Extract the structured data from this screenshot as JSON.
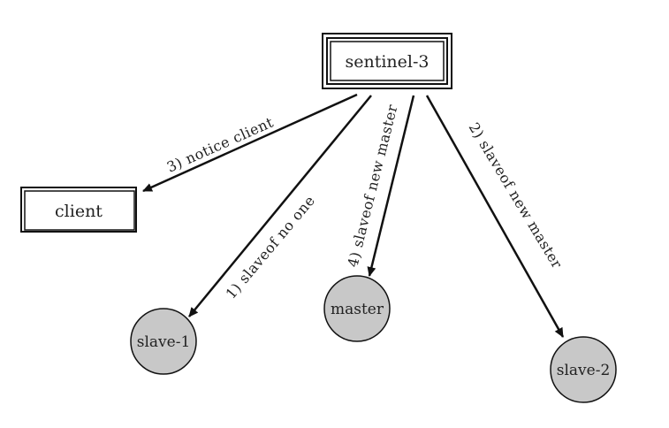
{
  "diagram": {
    "sentinel": {
      "label": "sentinel-3"
    },
    "client": {
      "label": "client"
    },
    "nodes": {
      "slave1": {
        "label": "slave-1"
      },
      "master": {
        "label": "master"
      },
      "slave2": {
        "label": "slave-2"
      }
    },
    "edges": {
      "notice_client": {
        "label": "3)  notice client"
      },
      "slaveof_no_one": {
        "label": "1)  slaveof  no one"
      },
      "new_master_4": {
        "label": "4)  slaveof  new master"
      },
      "new_master_2": {
        "label": "2)  slaveof  new master"
      }
    },
    "colors": {
      "node_fill": "#c8c8c8",
      "stroke": "#111111",
      "background": "#ffffff"
    }
  }
}
